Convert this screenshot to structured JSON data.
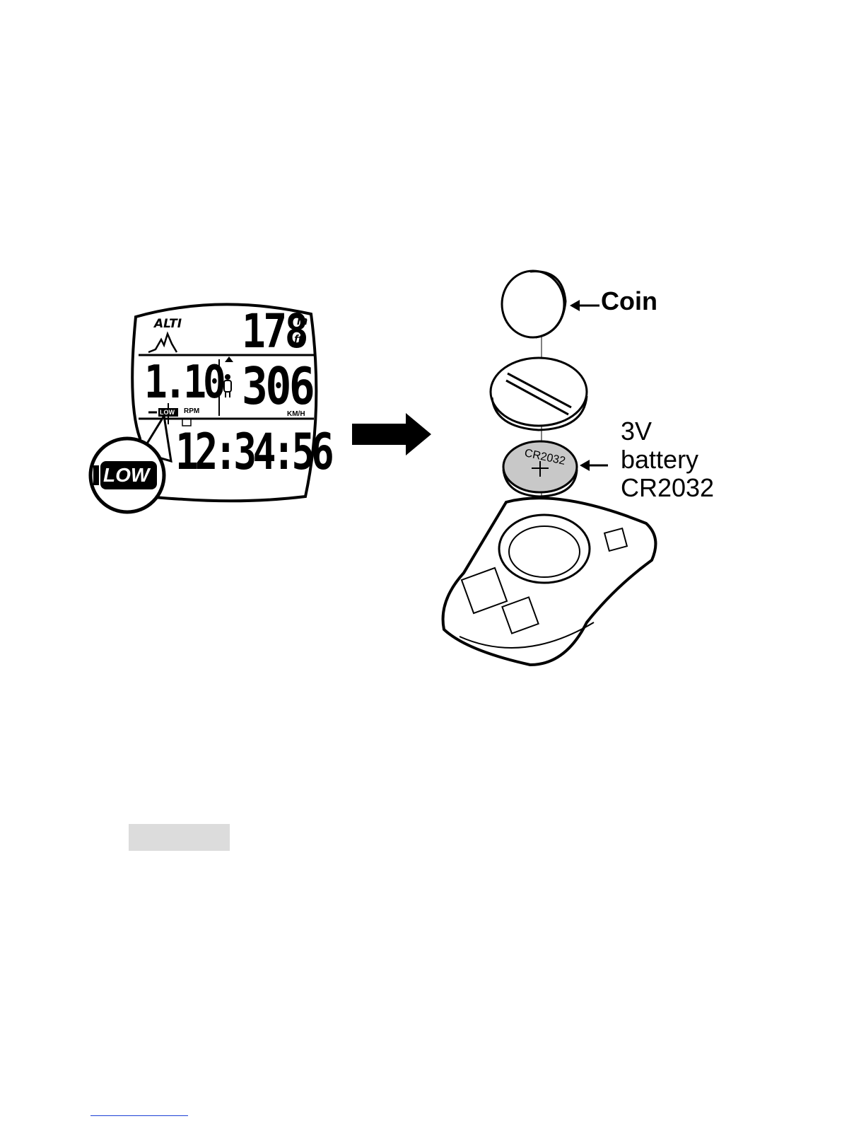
{
  "lcd": {
    "mode_label": "ALTI",
    "altitude_value": "178",
    "altitude_unit_m": "m",
    "altitude_unit_ft": "ft",
    "left_value": "1.10",
    "speed_value": "306",
    "speed_unit": "KM/H",
    "low_indicator": "LOW",
    "rpm_label": "RPM",
    "clock_value": "12:34:56"
  },
  "callout": {
    "low_zoom_label": "LOW"
  },
  "battery_diagram": {
    "coin_label": "Coin",
    "battery_label_line1": "3V",
    "battery_label_line2": "battery",
    "battery_label_line3": "CR2032",
    "battery_engraving": "CR2032"
  },
  "colors": {
    "ink": "#000000",
    "battery_fill": "#c8c8c8",
    "gray_box": "#dcdcdc",
    "link_underline": "#1a3fd6"
  }
}
